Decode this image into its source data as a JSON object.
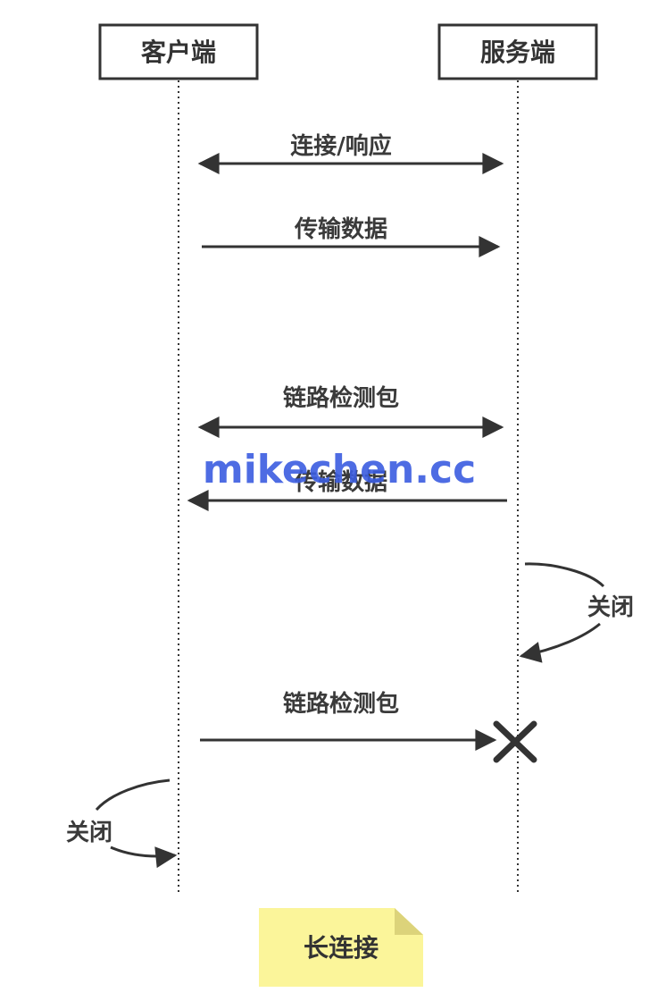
{
  "participants": {
    "client": "客户端",
    "server": "服务端"
  },
  "messages": {
    "connect": "连接/响应",
    "send_data_1": "传输数据",
    "heartbeat_1": "链路检测包",
    "send_data_2": "传输数据",
    "heartbeat_2": "链路检测包"
  },
  "closes": {
    "server_close": "关闭",
    "client_close": "关闭"
  },
  "note": "长连接",
  "watermark": "mikechen.cc",
  "colors": {
    "line": "#333333",
    "note_fill": "#fbf59a",
    "note_fold": "#dcd37a",
    "watermark": "#3b5de0"
  }
}
